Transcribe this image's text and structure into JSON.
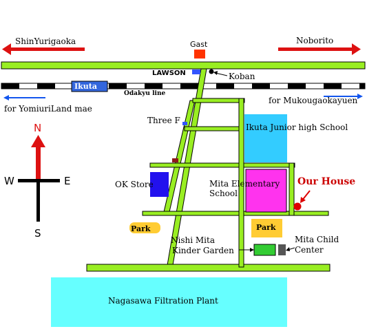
{
  "directions": {
    "west_city": "ShinYurigaoka",
    "east_city": "Noborito",
    "west_line": "for YomiuriLand mae",
    "east_line": "for Mukougaokayuen"
  },
  "railway": {
    "name": "Odakyu line",
    "station": "Ikuta"
  },
  "landmarks": {
    "gast": "Gast",
    "lawson": "LAWSON",
    "koban": "Koban",
    "three_f": "Three F",
    "junior_high": "Ikuta Junior high School",
    "ok_store": "OK Store",
    "elementary_line1": "Mita Elementary",
    "elementary_line2": "School",
    "our_house": "Our House",
    "park_west": "Park",
    "park_east": "Park",
    "kinder_line1": "Nishi Mita",
    "kinder_line2": "Kinder Garden",
    "child_center_line1": "Mita Child",
    "child_center_line2": "Center",
    "filtration": "Nagasawa Filtration Plant"
  },
  "compass": {
    "n": "N",
    "s": "S",
    "e": "E",
    "w": "W"
  },
  "colors": {
    "road": "#99ee22",
    "road_border": "#000000",
    "arrow_red": "#dd1111",
    "arrow_blue": "#1155ee",
    "gast": "#ff3300",
    "lawson": "#3355ff",
    "station": "#3366dd",
    "junior_high": "#33ccff",
    "ok_store": "#2211ee",
    "elementary": "#ff33ee",
    "park": "#ffcc33",
    "kinder": "#33cc33",
    "child_center": "#555555",
    "filtration": "#66ffff",
    "house_marker": "#dd0000",
    "three_f_building": "#8b1a1a"
  }
}
